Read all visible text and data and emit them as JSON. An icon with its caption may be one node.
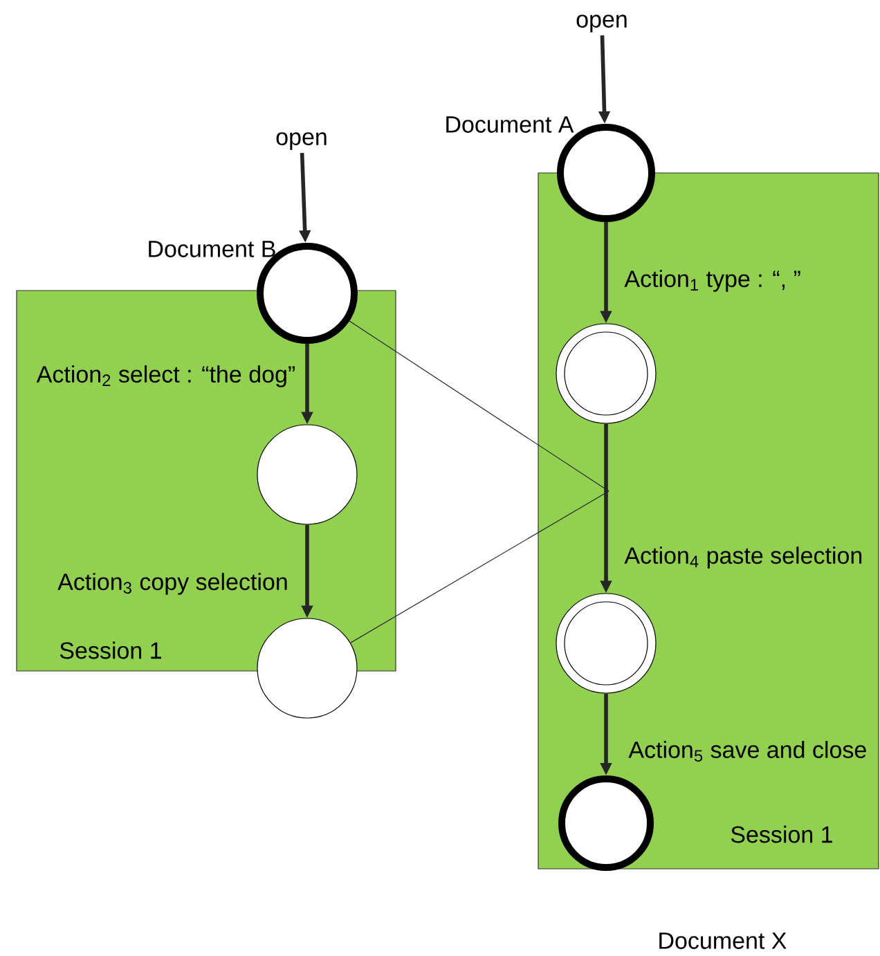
{
  "diagram": {
    "nodes": [
      {
        "text": [
          "Session 1"
        ]
      },
      {
        "text": [
          "Document B"
        ]
      },
      {
        "text": [],
        "shape": "circle",
        "in": 0
      },
      {
        "text": [],
        "shape": "circle"
      },
      {
        "text": [
          "Session 1"
        ]
      },
      {
        "text": [
          "Document A"
        ]
      },
      {
        "text": [],
        "shape": "circle",
        "in": 4
      },
      {
        "text": [],
        "shape": "circle",
        "in": 4
      },
      {
        "text": [
          "Document X"
        ],
        "in": 4
      },
      {
        "text": [
          "open"
        ]
      },
      {
        "text": [
          "open"
        ]
      }
    ],
    "edges": [
      {
        "from": 9,
        "to": 1,
        "arrow": "to"
      },
      {
        "from": 1,
        "to": 2,
        "arrow": "to",
        "label": "Action$_{2}$ select : “the dog”"
      },
      {
        "from": 2,
        "to": 3,
        "arrow": "to",
        "label": "Action$_{3}$ copy selection"
      },
      {
        "from": 10,
        "to": 5,
        "arrow": "to"
      },
      {
        "from": 5,
        "to": 6,
        "arrow": "to",
        "label": "Action$_{1}$ type : “, ”"
      },
      {
        "from": 6,
        "to": 7,
        "arrow": "to",
        "label": "Action$_{4}$ paste selection"
      },
      {
        "from": 7,
        "to": 8,
        "arrow": "to",
        "label": "Action$_{5}$ save and close"
      },
      {
        "from": 1,
        "to": null,
        "arrow": "none"
      },
      {
        "from": 3,
        "to": null,
        "arrow": "none"
      }
    ]
  }
}
